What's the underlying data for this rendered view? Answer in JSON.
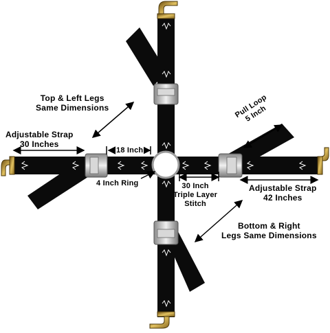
{
  "labels": {
    "top_left_legs": [
      "Top & Left Legs",
      "Same Dimensions"
    ],
    "adjustable_left": [
      "Adjustable Strap",
      "30 Inches"
    ],
    "eighteen_inch": "18 Inch",
    "four_inch_ring": "4 Inch Ring",
    "thirty_inch": [
      "30 Inch",
      "Triple Layer",
      "Stitch"
    ],
    "pull_loop": [
      "Pull Loop",
      "5 Inch"
    ],
    "adjustable_right": [
      "Adjustable Strap",
      "42 Inches"
    ],
    "bottom_right_legs": [
      "Bottom & Right",
      "Legs Same Dimensions"
    ]
  },
  "colors": {
    "strap": "#0b0b0b",
    "buckle": "#c8c8c8",
    "hook": "#b8902a",
    "stitch": "#ffffff"
  },
  "icons": {
    "hook": "s-hook-icon",
    "buckle": "cam-buckle-icon",
    "ring": "o-ring-icon"
  }
}
